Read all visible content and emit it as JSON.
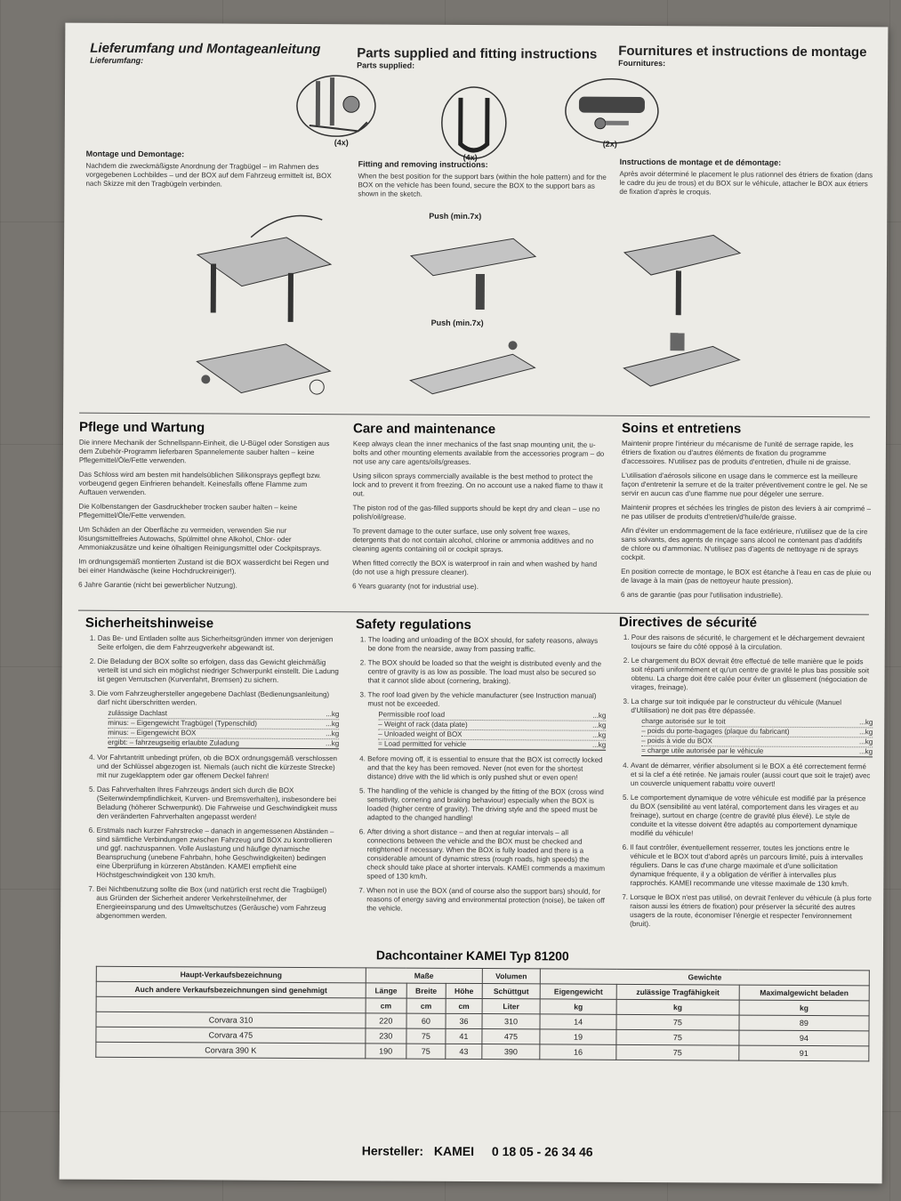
{
  "header": {
    "de_title": "Lieferumfang und Montageanleitung",
    "de_sub": "Lieferumfang:",
    "en_title": "Parts supplied and fitting instructions",
    "en_sub": "Parts supplied:",
    "fr_title": "Fournitures et instructions de montage",
    "fr_sub": "Fournitures:"
  },
  "parts": {
    "qty1": "(4x)",
    "qty2": "(4x)",
    "qty3": "(2x)"
  },
  "mount": {
    "de_title": "Montage und Demontage:",
    "de_text": "Nachdem die zweckmäßigste Anordnung der Tragbügel – im Rahmen des vorgegebenen Lochbildes – und der BOX auf dem Fahrzeug ermittelt ist, BOX nach Skizze mit den Tragbügeln verbinden.",
    "en_title": "Fitting and removing instructions:",
    "en_text": "When the best position for the support bars (within the hole pattern) and for the BOX on the vehicle has been found, secure the BOX to the support bars as shown in the sketch.",
    "fr_title": "Instructions de montage et de démontage:",
    "fr_text": "Après avoir déterminé le placement le plus rationnel des étriers de fixation (dans le cadre du jeu de trous) et du BOX sur le véhicule, attacher le BOX aux étriers de fixation d'après le croquis.",
    "push1": "Push (min.7x)",
    "push2": "Push (min.7x)"
  },
  "care": {
    "de_title": "Pflege und Wartung",
    "de_p": [
      "Die innere Mechanik der Schnellspann-Einheit, die U-Bügel oder Sonstigen aus dem Zubehör-Programm lieferbaren Spannelemente sauber halten – keine Pflegemittel/Öle/Fette verwenden.",
      "Das Schloss wird am besten mit handelsüblichen Silikonsprays gepflegt bzw. vorbeugend gegen Einfrieren behandelt. Keinesfalls offene Flamme zum Auftauen verwenden.",
      "Die Kolbenstangen der Gasdruckheber trocken sauber halten – keine Pflegemittel/Öle/Fette verwenden.",
      "Um Schäden an der Oberfläche zu vermeiden, verwenden Sie nur lösungsmittelfreies Autowachs, Spülmittel ohne Alkohol, Chlor- oder Ammoniakzusätze und keine ölhaltigen Reinigungsmittel oder Cockpitsprays.",
      "Im ordnungsgemäß montierten Zustand ist die BOX wasserdicht bei Regen und bei einer Handwäsche (keine Hochdruckreiniger!).",
      "6 Jahre Garantie (nicht bei gewerblicher Nutzung)."
    ],
    "en_title": "Care and maintenance",
    "en_p": [
      "Keep always clean the inner mechanics of the fast snap mounting unit, the u-bolts and other mounting elements available from the accessories program – do not use any care agents/oils/greases.",
      "Using silicon sprays commercially available is the best method to protect the lock and to prevent it from freezing. On no account use a naked flame to thaw it out.",
      "The piston rod of the gas-filled supports should be kept dry and clean – use no polish/oil/grease.",
      "To prevent damage to the outer surface, use only solvent free waxes, detergents that do not contain alcohol, chlorine or ammonia additives and no cleaning agents containing oil or cockpit sprays.",
      "When fitted correctly the BOX is waterproof in rain and when washed by hand (do not use a high pressure cleaner).",
      "6 Years guaranty (not for industrial use)."
    ],
    "fr_title": "Soins et entretiens",
    "fr_p": [
      "Maintenir propre l'intérieur du mécanisme de l'unité de serrage rapide, les étriers de fixation ou d'autres éléments de fixation du programme d'accessoires. N'utilisez pas de produits d'entretien, d'huile ni de graisse.",
      "L'utilisation d'aérosols silicone en usage dans le commerce est la meilleure façon d'entretenir la serrure et de la traiter préventivement contre le gel. Ne se servir en aucun cas d'une flamme nue pour dégeler une serrure.",
      "Maintenir propres et séchées les tringles de piston des leviers à air comprimé – ne pas utiliser de produits d'entretien/d'huile/de graisse.",
      "Afin d'éviter un endommagement de la face extérieure, n'utilisez que de la cire sans solvants, des agents de rinçage sans alcool ne contenant pas d'additifs de chlore ou d'ammoniac. N'utilisez pas d'agents de nettoyage ni de sprays cockpit.",
      "En position correcte de montage, le BOX est étanche à l'eau en cas de pluie ou de lavage à la main (pas de nettoyeur haute pression).",
      "6 ans de garantie (pas pour l'utilisation industrielle)."
    ]
  },
  "safety": {
    "de_title": "Sicherheitshinweise",
    "en_title": "Safety regulations",
    "fr_title": "Directives de sécurité",
    "de_items": [
      "Das Be- und Entladen sollte aus Sicherheitsgründen immer von derjenigen Seite erfolgen, die dem Fahrzeugverkehr abgewandt ist.",
      "Die Beladung der BOX sollte so erfolgen, dass das Gewicht gleichmäßig verteilt ist und sich ein möglichst niedriger Schwerpunkt einstellt. Die Ladung ist gegen Verrutschen (Kurvenfahrt, Bremsen) zu sichern.",
      "Die vom Fahrzeughersteller angegebene Dachlast (Bedienungsanleitung) darf nicht überschritten werden.",
      "Vor Fahrtantritt unbedingt prüfen, ob die BOX ordnungsgemäß verschlossen und der Schlüssel abgezogen ist. Niemals (auch nicht die kürzeste Strecke) mit nur zugeklapptem oder gar offenem Deckel fahren!",
      "Das Fahrverhalten Ihres Fahrzeugs ändert sich durch die BOX (Seitenwindempfindlichkeit, Kurven- und Bremsverhalten), insbesondere bei Beladung (höherer Schwerpunkt). Die Fahrweise und Geschwindigkeit muss den veränderten Fahrverhalten angepasst werden!",
      "Erstmals nach kurzer Fahrstrecke – danach in angemessenen Abständen – sind sämtliche Verbindungen zwischen Fahrzeug und BOX zu kontrollieren und ggf. nachzuspannen. Volle Auslastung und häufige dynamische Beanspruchung (unebene Fahrbahn, hohe Geschwindigkeiten) bedingen eine Überprüfung in kürzeren Abständen. KAMEI empfiehlt eine Höchstgeschwindigkeit von 130 km/h.",
      "Bei Nichtbenutzung sollte die Box (und natürlich erst recht die Tragbügel) aus Gründen der Sicherheit anderer Verkehrsteilnehmer, der Energieeinsparung und des Umweltschutzes (Geräusche) vom Fahrzeug abgenommen werden."
    ],
    "de_load": [
      {
        "l": "zulässige Dachlast",
        "r": "...kg"
      },
      {
        "l": "minus: – Eigengewicht Tragbügel (Typenschild)",
        "r": "...kg"
      },
      {
        "l": "minus: – Eigengewicht BOX",
        "r": "...kg"
      },
      {
        "l": "ergibt: – fahrzeugseitig erlaubte Zuladung",
        "r": "...kg"
      }
    ],
    "en_items": [
      "The loading and unloading of the BOX should, for safety reasons, always be done from the nearside, away from passing traffic.",
      "The BOX should be loaded so that the weight is distributed evenly and the centre of gravity is as low as possible. The load must also be secured so that it cannot slide about (cornering, braking).",
      "The roof load given by the vehicle manufacturer (see Instruction manual) must not be exceeded.",
      "Before moving off, it is essential to ensure that the BOX ist correctly locked and that the key has been removed. Never (not even for the shortest distance) drive with the lid which is only pushed shut or even open!",
      "The handling of the vehicle is changed by the fitting of the BOX (cross wind sensitivity, cornering and braking behaviour) especially when the BOX is loaded (higher centre of gravity). The driving style and the speed must be adapted to the changed handling!",
      "After driving a short distance – and then at regular intervals – all connections between the vehicle and the BOX must be checked and retightened if necessary. When the BOX is fully loaded and there is a considerable amount of dynamic stress (rough roads, high speeds) the check should take place at shorter intervals. KAMEI commends a maximum speed of 130 km/h.",
      "When not in use the BOX (and of course also the support bars) should, for reasons of energy saving and environmental protection (noise), be taken off the vehicle."
    ],
    "en_load": [
      {
        "l": "Permissible roof load",
        "r": "...kg"
      },
      {
        "l": "– Weight of rack (data plate)",
        "r": "...kg"
      },
      {
        "l": "– Unloaded weight of BOX",
        "r": "...kg"
      },
      {
        "l": "= Load permitted for vehicle",
        "r": "...kg"
      }
    ],
    "fr_items": [
      "Pour des raisons de sécurité, le chargement et le déchargement devraient toujours se faire du côté opposé à la circulation.",
      "Le chargement du BOX devrait être effectué de telle manière que le poids soit réparti uniformément et qu'un centre de gravité le plus bas possible soit obtenu. La charge doit être calée pour éviter un glissement (négociation de virages, freinage).",
      "La charge sur toit indiquée par le constructeur du véhicule (Manuel d'Utilisation) ne doit pas être dépassée.",
      "Avant de démarrer, vérifier absolument si le BOX a été correctement fermé et si la clef a été retirée. Ne jamais rouler (aussi court que soit le trajet) avec un couvercle uniquement rabattu voire ouvert!",
      "Le comportement dynamique de votre véhicule est modifié par la présence du BOX (sensibilité au vent latéral, comportement dans les virages et au freinage), surtout en charge (centre de gravité plus élevé). Le style de conduite et la vitesse doivent être adaptés au comportement dynamique modifié du véhicule!",
      "Il faut contrôler, éventuellement resserrer, toutes les jonctions entre le véhicule et le BOX tout d'abord après un parcours limité, puis à intervalles réguliers. Dans le cas d'une charge maximale et d'une sollicitation dynamique fréquente, il y a obligation de vérifier à intervalles plus rapprochés. KAMEI recommande une vitesse maximale de 130 km/h.",
      "Lorsque le BOX n'est pas utilisé, on devrait l'enlever du véhicule (à plus forte raison aussi les étriers de fixation) pour préserver la sécurité des autres usagers de la route, économiser l'énergie et respecter l'environnement (bruit)."
    ],
    "fr_load": [
      {
        "l": "charge autorisée sur le toit",
        "r": "...kg"
      },
      {
        "l": "– poids du porte-bagages (plaque du fabricant)",
        "r": "...kg"
      },
      {
        "l": "– poids à vide du BOX",
        "r": "...kg"
      },
      {
        "l": "= charge utile autorisée par le véhicule",
        "r": "...kg"
      }
    ]
  },
  "table": {
    "title": "Dachcontainer KAMEI Typ 81200",
    "h_main": "Haupt-Verkaufsbezeichnung",
    "h_other": "Auch andere Verkaufsbezeichnungen sind genehmigt",
    "h_masse": "Maße",
    "h_laenge": "Länge",
    "h_breite": "Breite",
    "h_hoehe": "Höhe",
    "h_cm": "cm",
    "h_volumen": "Volumen",
    "h_schuettgut": "Schüttgut",
    "h_liter": "Liter",
    "h_gewichte": "Gewichte",
    "h_eigen": "Eigengewicht",
    "h_zul": "zulässige Tragfähigkeit",
    "h_max": "Maximalgewicht beladen",
    "h_kg": "kg",
    "rows": [
      {
        "name": "Corvara 310",
        "l": "220",
        "b": "60",
        "h": "36",
        "v": "310",
        "e": "14",
        "z": "75",
        "m": "89"
      },
      {
        "name": "Corvara 475",
        "l": "230",
        "b": "75",
        "h": "41",
        "v": "475",
        "e": "19",
        "z": "75",
        "m": "94"
      },
      {
        "name": "Corvara 390 K",
        "l": "190",
        "b": "75",
        "h": "43",
        "v": "390",
        "e": "16",
        "z": "75",
        "m": "91"
      }
    ]
  },
  "footer": {
    "label": "Hersteller:",
    "brand": "KAMEI",
    "phone": "0 18 05 - 26 34 46"
  }
}
